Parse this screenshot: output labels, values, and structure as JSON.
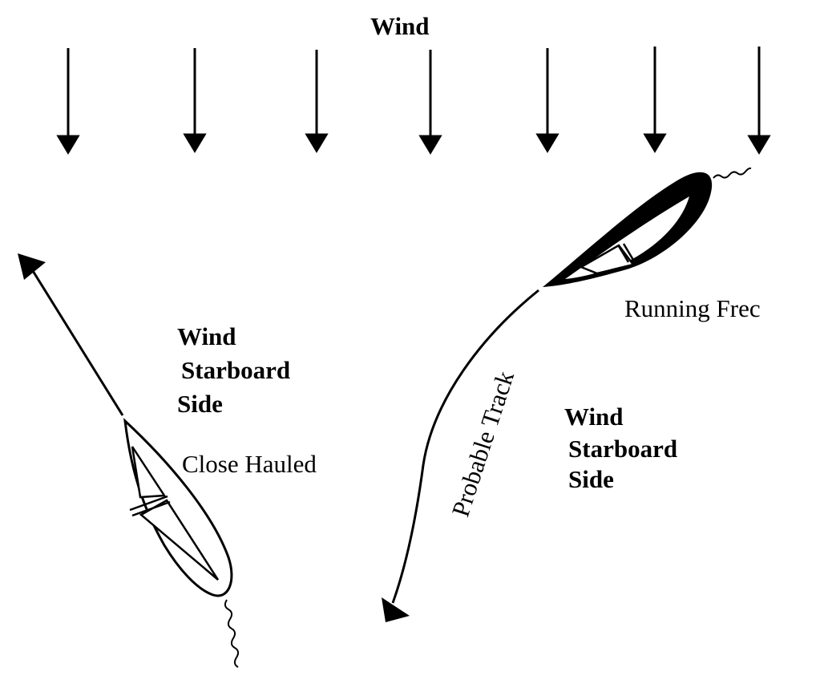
{
  "wind_title": "Wind",
  "boat_running": {
    "label": "Running Frec"
  },
  "boat_close": {
    "label": "Close Hauled"
  },
  "left_wind_side": [
    "Wind",
    "Starboard",
    "Side"
  ],
  "right_wind_side": [
    "Wind",
    "Starboard",
    "Side"
  ],
  "track_label": "Probable Track",
  "colors": {
    "ink": "#000000",
    "background": "#ffffff"
  }
}
